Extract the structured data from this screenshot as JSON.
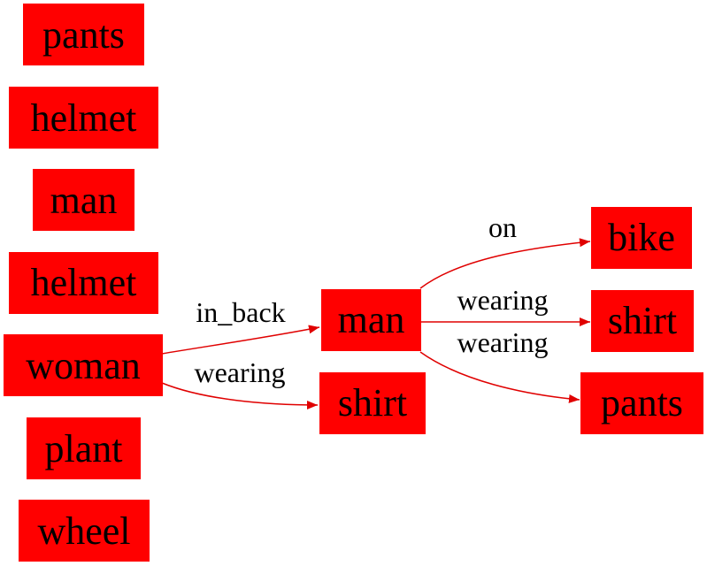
{
  "node_color": "#ff0000",
  "edge_color": "#e00000",
  "nodes": {
    "n1": {
      "label": "pants"
    },
    "n2": {
      "label": "helmet"
    },
    "n3": {
      "label": "man"
    },
    "n4": {
      "label": "helmet"
    },
    "n5": {
      "label": "woman"
    },
    "n6": {
      "label": "plant"
    },
    "n7": {
      "label": "wheel"
    },
    "n8": {
      "label": "man"
    },
    "n9": {
      "label": "shirt"
    },
    "n10": {
      "label": "bike"
    },
    "n11": {
      "label": "shirt"
    },
    "n12": {
      "label": "pants"
    }
  },
  "edges": {
    "e1": {
      "from": "woman",
      "to": "man",
      "label": "in_back"
    },
    "e2": {
      "from": "woman",
      "to": "shirt",
      "label": "wearing"
    },
    "e3": {
      "from": "man",
      "to": "bike",
      "label": "on"
    },
    "e4": {
      "from": "man",
      "to": "shirt",
      "label": "wearing"
    },
    "e5": {
      "from": "man",
      "to": "pants",
      "label": "wearing"
    }
  }
}
